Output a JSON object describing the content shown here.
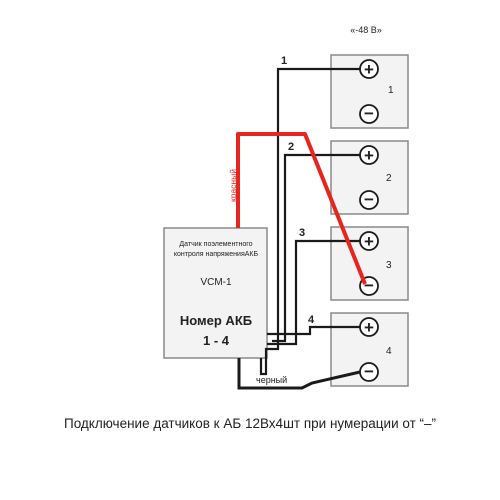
{
  "diagram": {
    "supply_label": "«-48 В»",
    "sensor": {
      "description": "Датчик поэлементного контроля напряженияАКБ",
      "model": "VCM-1",
      "number_label": "Номер АКБ",
      "range": "1 - 4"
    },
    "wires": {
      "red": "красный",
      "black": "черный"
    },
    "lead_numbers": [
      "1",
      "2",
      "3",
      "4"
    ],
    "batteries": [
      {
        "label": "1",
        "positive": "+",
        "negative": "−"
      },
      {
        "label": "2",
        "positive": "+",
        "negative": "−"
      },
      {
        "label": "3",
        "positive": "+",
        "negative": "−"
      },
      {
        "label": "4",
        "positive": "+",
        "negative": "−"
      }
    ],
    "colors": {
      "red_wire": "#e8241e",
      "black_wire": "#1a1a1a",
      "box_fill": "#f3f3f3",
      "box_stroke": "#8a8a8a"
    }
  },
  "caption": "Подключение датчиков к АБ 12Вх4шт при нумерации от “–”"
}
